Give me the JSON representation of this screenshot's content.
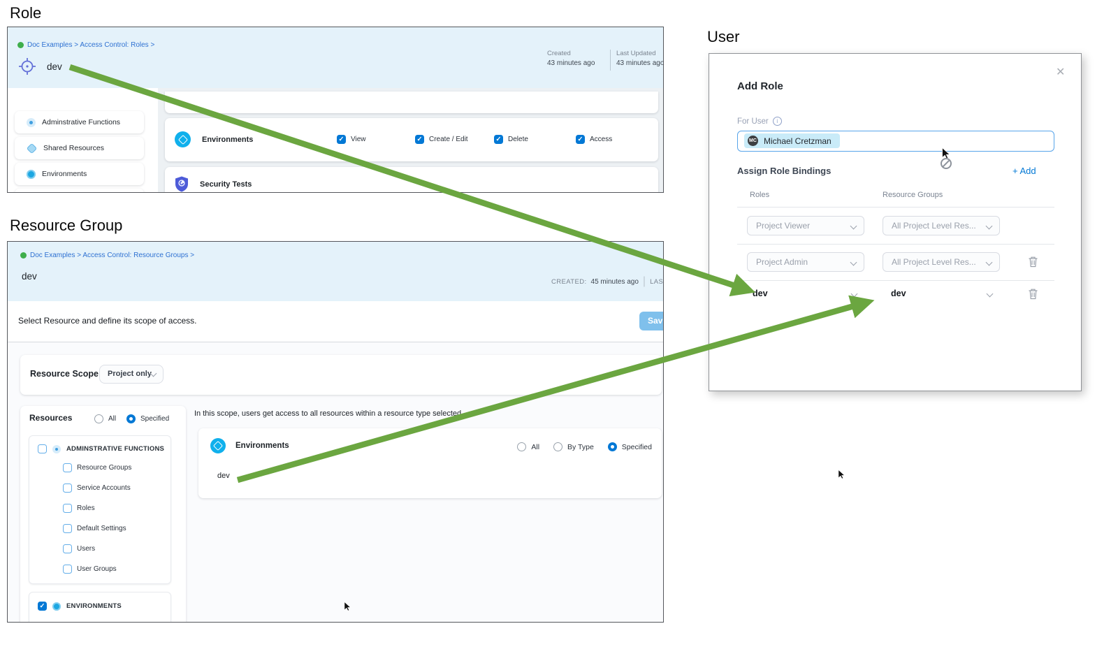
{
  "colors": {
    "accent_blue": "#0278d5",
    "arrow_green": "#6ba640",
    "header_bg": "#e4f2fa"
  },
  "role_panel": {
    "heading": "Role",
    "breadcrumb": "Doc Examples > Access Control: Roles >",
    "title": "dev",
    "created": {
      "label": "Created",
      "value": "43 minutes ago"
    },
    "last_updated": {
      "label": "Last Updated",
      "value": "43 minutes ago"
    },
    "sidebar_items": [
      {
        "label": "Adminstrative Functions"
      },
      {
        "label": "Shared Resources"
      },
      {
        "label": "Environments"
      }
    ],
    "permission_row": "Environments",
    "next_row": "Security Tests",
    "permissions": [
      {
        "label": "View",
        "checked": true
      },
      {
        "label": "Create / Edit",
        "checked": true
      },
      {
        "label": "Delete",
        "checked": true
      },
      {
        "label": "Access",
        "checked": true
      }
    ]
  },
  "resource_group_panel": {
    "heading": "Resource Group",
    "breadcrumb": "Doc Examples > Access Control: Resource Groups >",
    "title": "dev",
    "created_label": "CREATED:",
    "created_value": "45 minutes ago",
    "divider": "|",
    "last_updated_label": "LAST UPD",
    "subheader": "Select Resource and define its scope of access.",
    "save_button": "Sav",
    "resource_scope": {
      "label": "Resource Scope",
      "value": "Project only"
    },
    "resources": {
      "label": "Resources",
      "radio_all": "All",
      "radio_specified": "Specified"
    },
    "tree": {
      "parent": "ADMINSTRATIVE FUNCTIONS",
      "children": [
        {
          "label": "Resource Groups"
        },
        {
          "label": "Service Accounts"
        },
        {
          "label": "Roles"
        },
        {
          "label": "Default Settings"
        },
        {
          "label": "Users"
        },
        {
          "label": "User Groups"
        }
      ],
      "environments": "ENVIRONMENTS"
    },
    "scope_note": "In this scope, users get access to all resources within a resource type selected.",
    "environments_card": {
      "label": "Environments",
      "radio_all": "All",
      "radio_by_type": "By Type",
      "radio_specified": "Specified",
      "item": "dev"
    }
  },
  "user_modal": {
    "heading": "User",
    "title": "Add Role",
    "close": "✕",
    "for_user_label": "For User",
    "user_chip": {
      "initials": "MC",
      "name": "Michael Cretzman"
    },
    "assign_label": "Assign Role Bindings",
    "add_button": "+ Add",
    "columns": {
      "roles": "Roles",
      "resource_groups": "Resource Groups"
    },
    "rows": [
      {
        "role": "Project Viewer",
        "resource_group": "All Project Level Res..."
      },
      {
        "role": "Project Admin",
        "resource_group": "All Project Level Res..."
      },
      {
        "role": "dev",
        "resource_group": "dev"
      }
    ]
  }
}
